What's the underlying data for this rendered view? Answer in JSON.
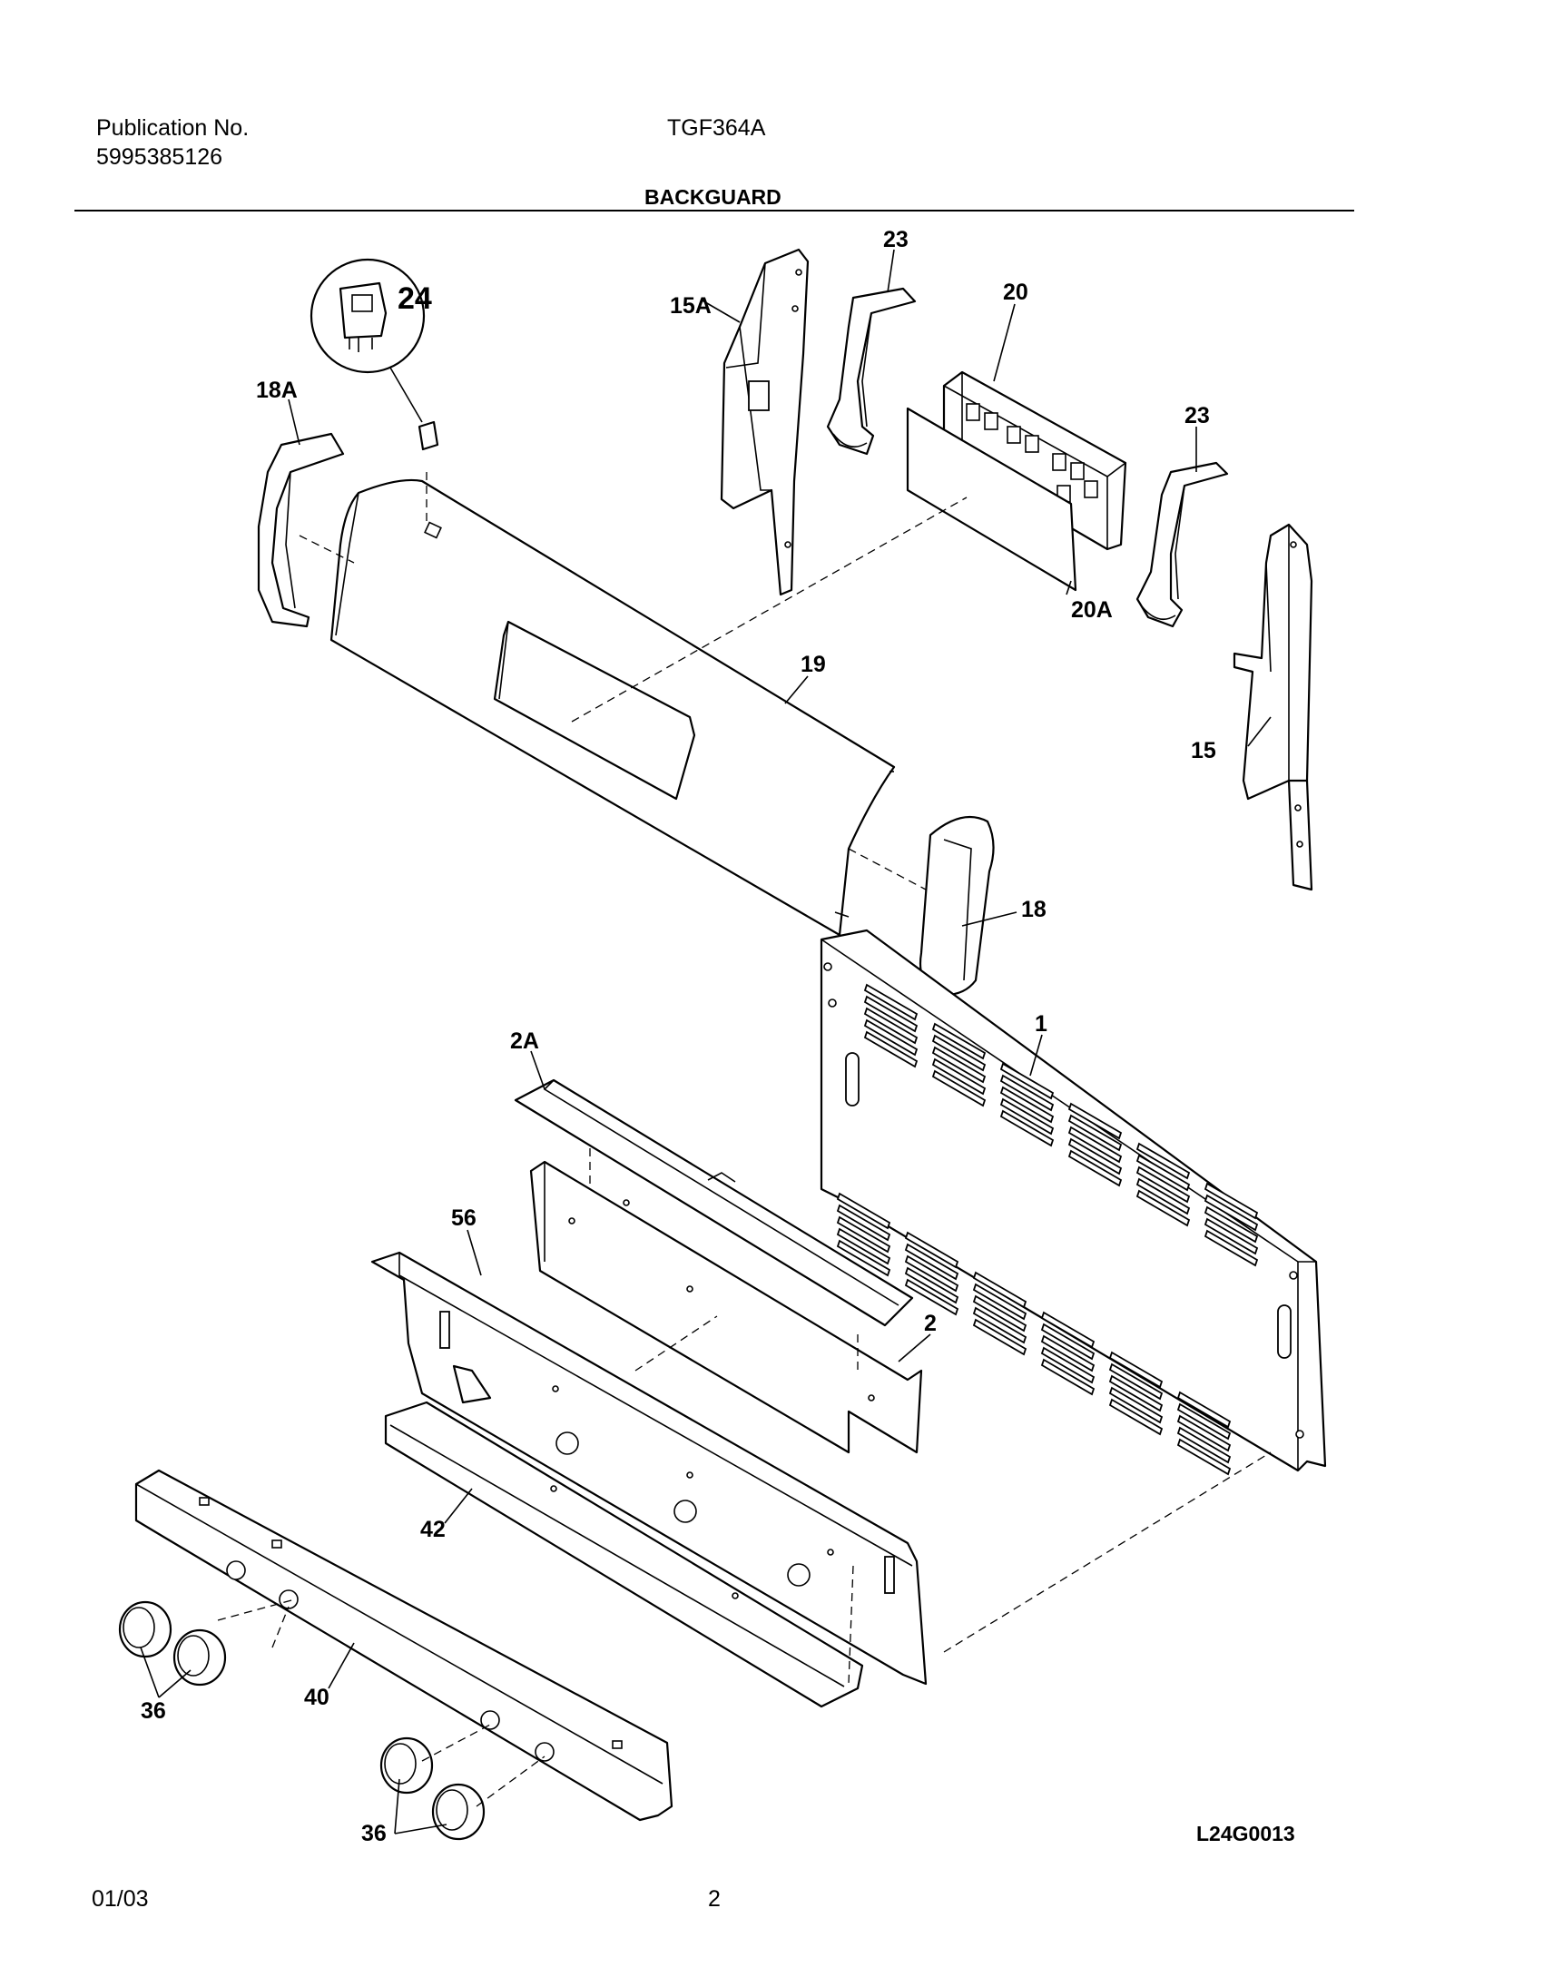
{
  "header": {
    "publication_label": "Publication No.",
    "publication_number": "5995385126",
    "model": "TGF364A",
    "section_title": "BACKGUARD"
  },
  "diagram": {
    "drawing_code": "L24G0013",
    "callouts": {
      "c24": "24",
      "c18A": "18A",
      "c15A": "15A",
      "c23a": "23",
      "c20": "20",
      "c23b": "23",
      "c20A": "20A",
      "c19": "19",
      "c15": "15",
      "c18": "18",
      "c2A": "2A",
      "c1": "1",
      "c56": "56",
      "c2": "2",
      "c42": "42",
      "c40": "40",
      "c36a": "36",
      "c36b": "36"
    }
  },
  "footer": {
    "date": "01/03",
    "page": "2"
  }
}
